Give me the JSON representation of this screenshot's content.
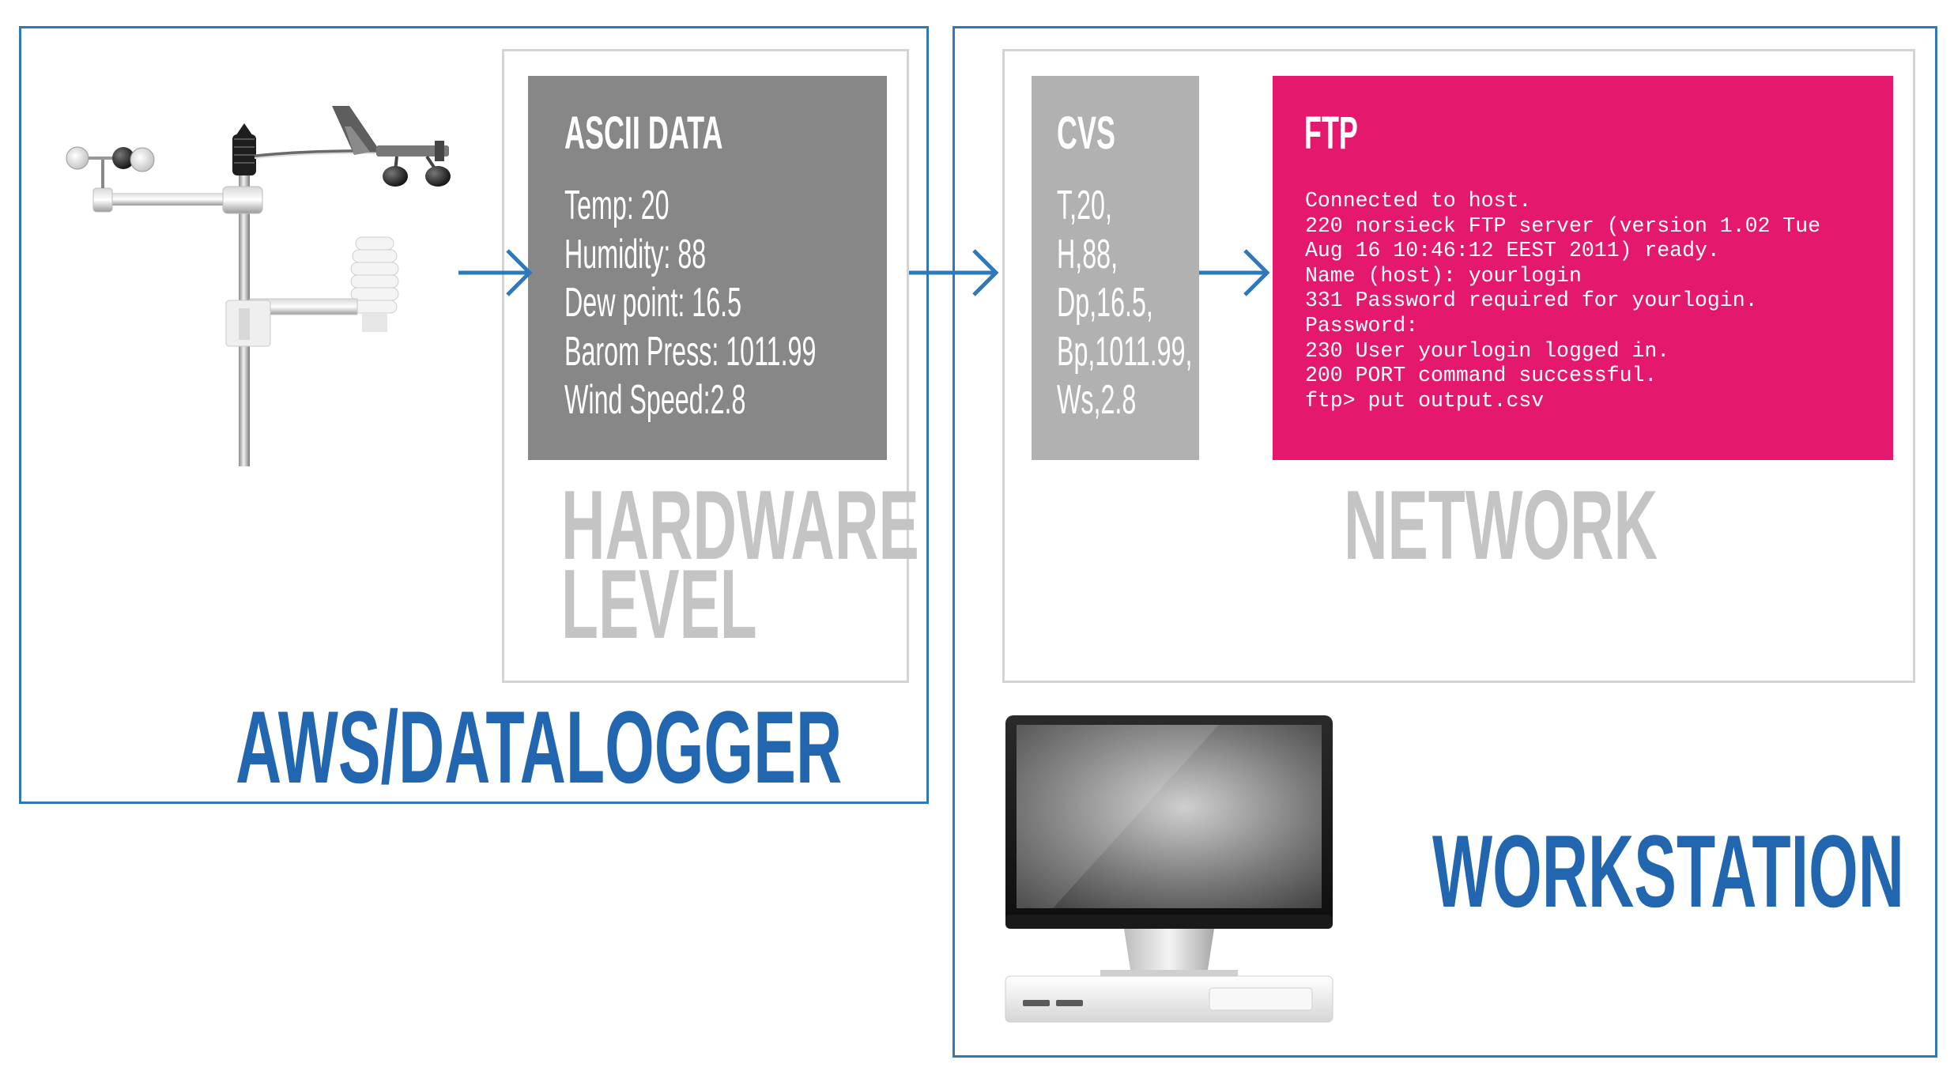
{
  "colors": {
    "accent_blue": "#2f78b9",
    "label_blue": "#2166ae",
    "ascii_panel": "#878787",
    "csv_panel": "#b1b1b1",
    "ftp_panel": "#e4196e",
    "light_border": "#d4d4d4",
    "muted_label": "#c4c4c4"
  },
  "datalogger": {
    "title": "AWS/DATALOGGER",
    "hardware_label": [
      "HARDWARE",
      "LEVEL"
    ],
    "ascii_panel": {
      "title": "ASCII DATA",
      "lines": [
        "Temp: 20",
        "Humidity: 88",
        "Dew point: 16.5",
        "Barom Press: 1011.99",
        "Wind Speed:2.8"
      ]
    }
  },
  "network": {
    "label": "NETWORK",
    "csv_panel": {
      "title": "CVS",
      "lines": [
        "T,20,",
        "H,88,",
        "Dp,16.5,",
        "Bp,1011.99,",
        "Ws,2.8"
      ]
    },
    "ftp_panel": {
      "title": "FTP",
      "lines": [
        "Connected to host.",
        "220 norsieck FTP server (version 1.02 Tue",
        "Aug 16 10:46:12 EEST 2011) ready.",
        "Name (host): yourlogin",
        "331 Password required for yourlogin.",
        "Password:",
        "230 User yourlogin logged in.",
        "200 PORT command successful.",
        "ftp> put output.csv"
      ]
    }
  },
  "workstation": {
    "title": "WORKSTATION"
  },
  "icons": [
    "weather-station-icon",
    "arrow-right-icon",
    "computer-monitor-icon"
  ]
}
